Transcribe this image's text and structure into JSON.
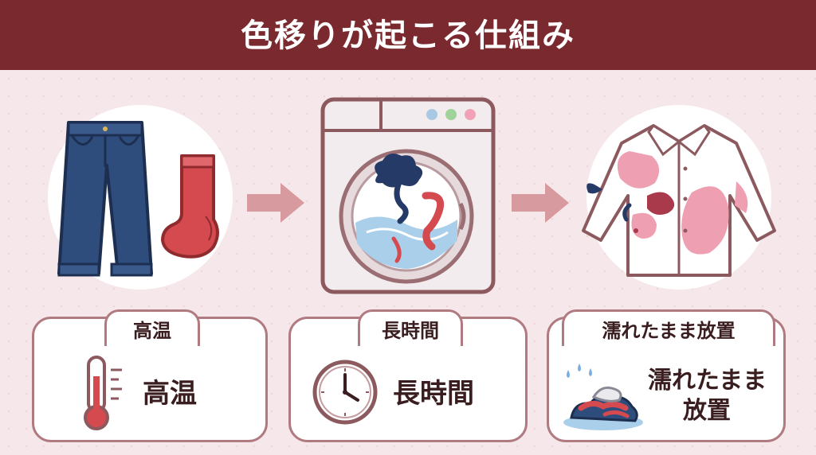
{
  "header": {
    "title": "色移りが起こる仕組み"
  },
  "stages": [
    {
      "name": "jeans-and-sock"
    },
    {
      "name": "washing-machine"
    },
    {
      "name": "stained-shirt"
    }
  ],
  "conditions": [
    {
      "tab_label": "高温",
      "label": "高温",
      "icon": "thermometer-icon"
    },
    {
      "tab_label": "長時間",
      "label": "長時間",
      "icon": "clock-icon"
    },
    {
      "tab_label": "濡れたまま放置",
      "label_line1": "濡れたまま",
      "label_line2": "放置",
      "icon": "wet-laundry-pile-icon"
    }
  ],
  "colors": {
    "header_bg": "#7a2a2e",
    "accent_border": "#b07b80",
    "denim": "#2f4d7c",
    "sock_red": "#d44a4f",
    "stain_pink": "#ef9fb2",
    "arrow": "#d79a9e"
  }
}
